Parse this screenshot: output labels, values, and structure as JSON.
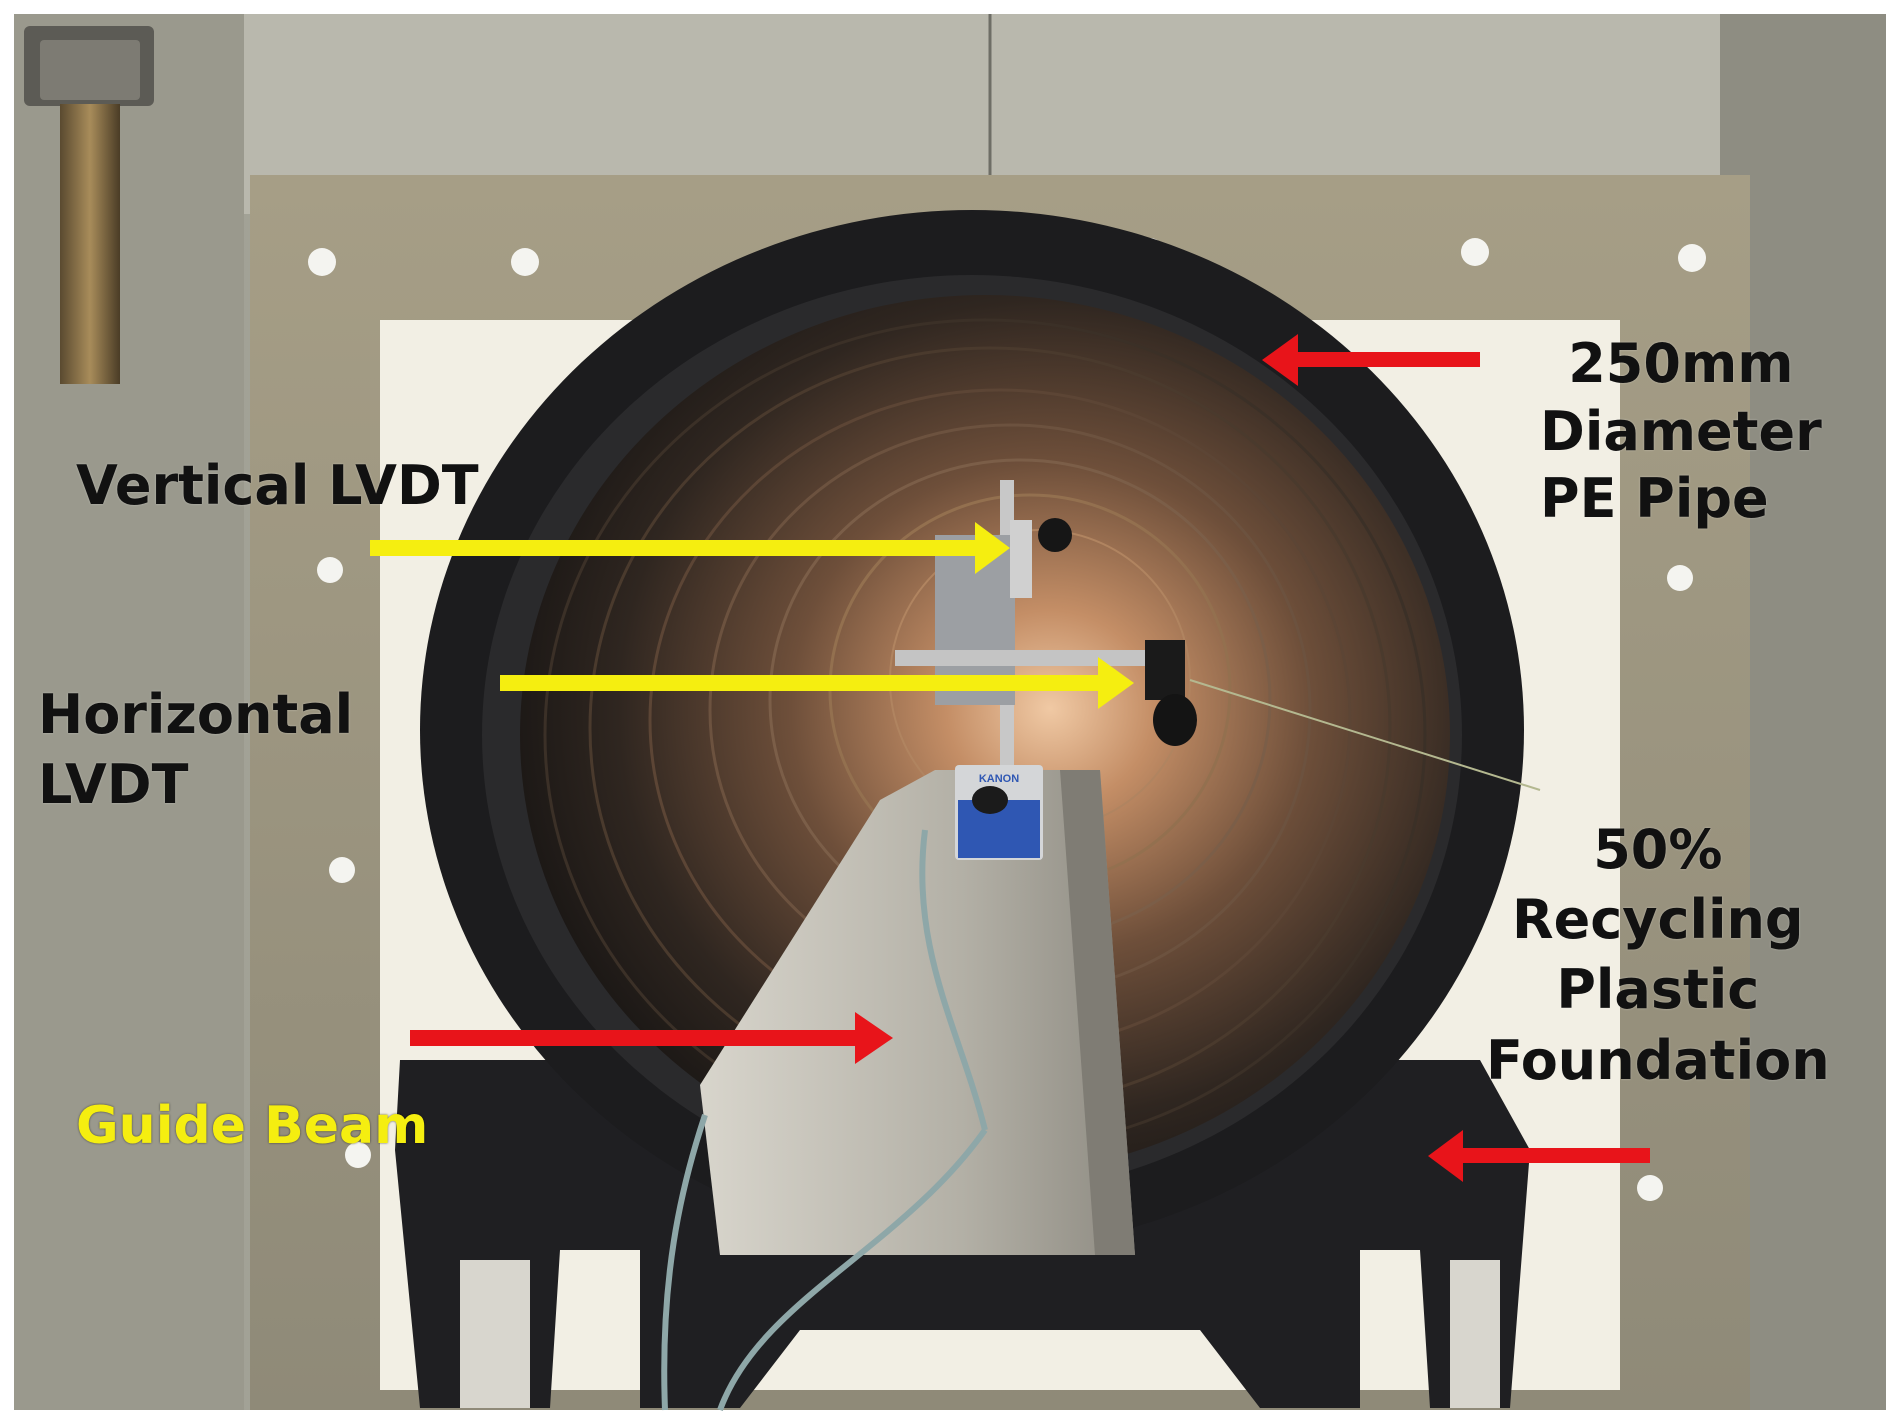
{
  "labels": {
    "vertical_lvdt": "Vertical LVDT",
    "horizontal_lvdt": [
      "Horizontal",
      "LVDT"
    ],
    "pipe": [
      "250mm",
      "Diameter",
      "PE Pipe"
    ],
    "foundation": [
      "50%",
      "Recycling",
      "Plastic",
      "Foundation"
    ],
    "guide_beam": "Guide Beam",
    "gauge_stand_text": "KANON"
  },
  "colors": {
    "arrow_red": "#e8141a",
    "arrow_yellow": "#f5ee10",
    "label_dark": "#111111",
    "label_yellow": "#f5ee10",
    "pipe_black": "#1c1c1e",
    "pipe_inside": "#7a5a44",
    "frame_plate": "#a39c86",
    "panel_grey": "#a8a89c",
    "white_board": "#f2efe4",
    "guide_beam": "#c9c6bd",
    "magnetic_base": "#2f57b3"
  },
  "icons": {
    "pointer_markers": "arrow"
  }
}
